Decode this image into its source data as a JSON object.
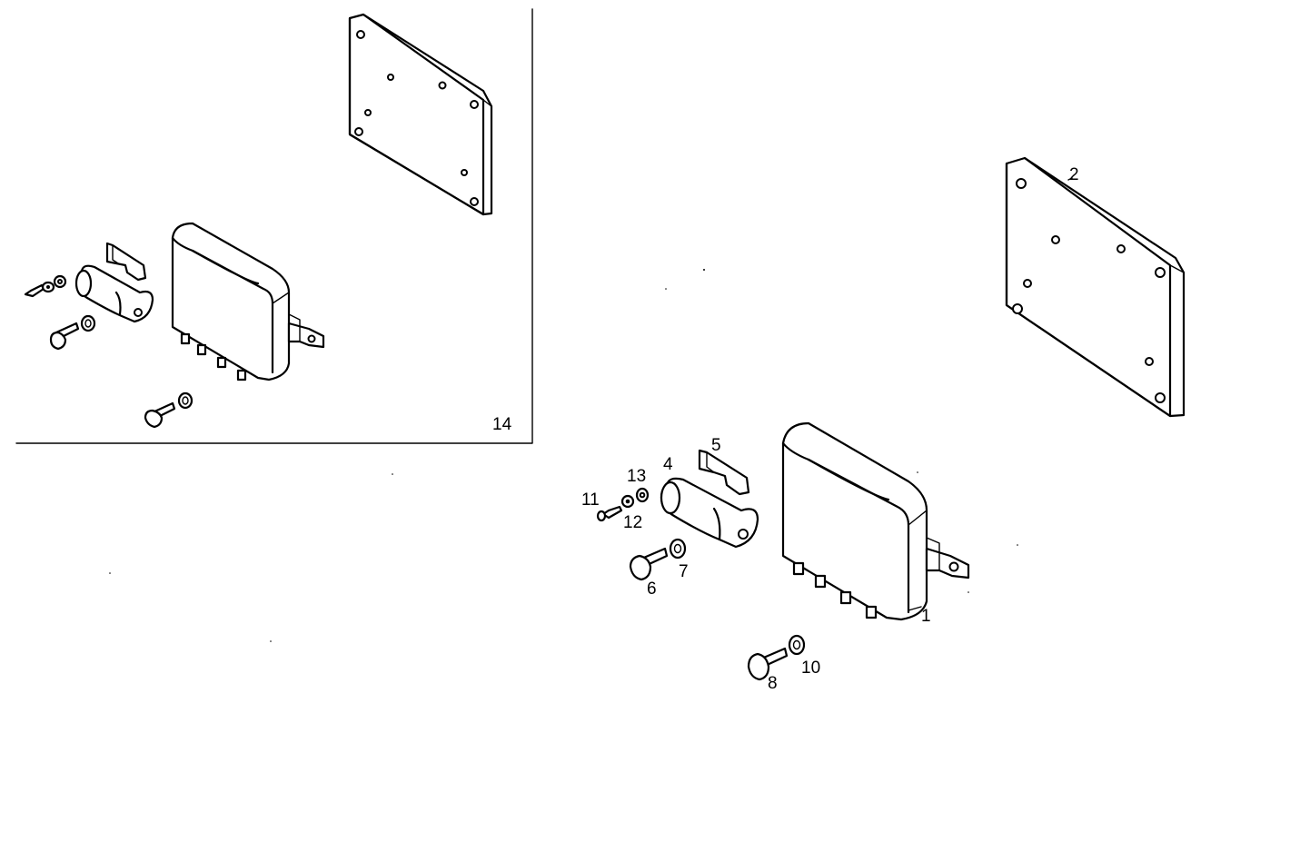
{
  "callouts": {
    "c1": "1",
    "c2": "2",
    "c4": "4",
    "c5": "5",
    "c6": "6",
    "c7": "7",
    "c8": "8",
    "c10": "10",
    "c11": "11",
    "c12": "12",
    "c13": "13",
    "c14": "14"
  },
  "colors": {
    "line": "#000000",
    "background": "#ffffff"
  }
}
